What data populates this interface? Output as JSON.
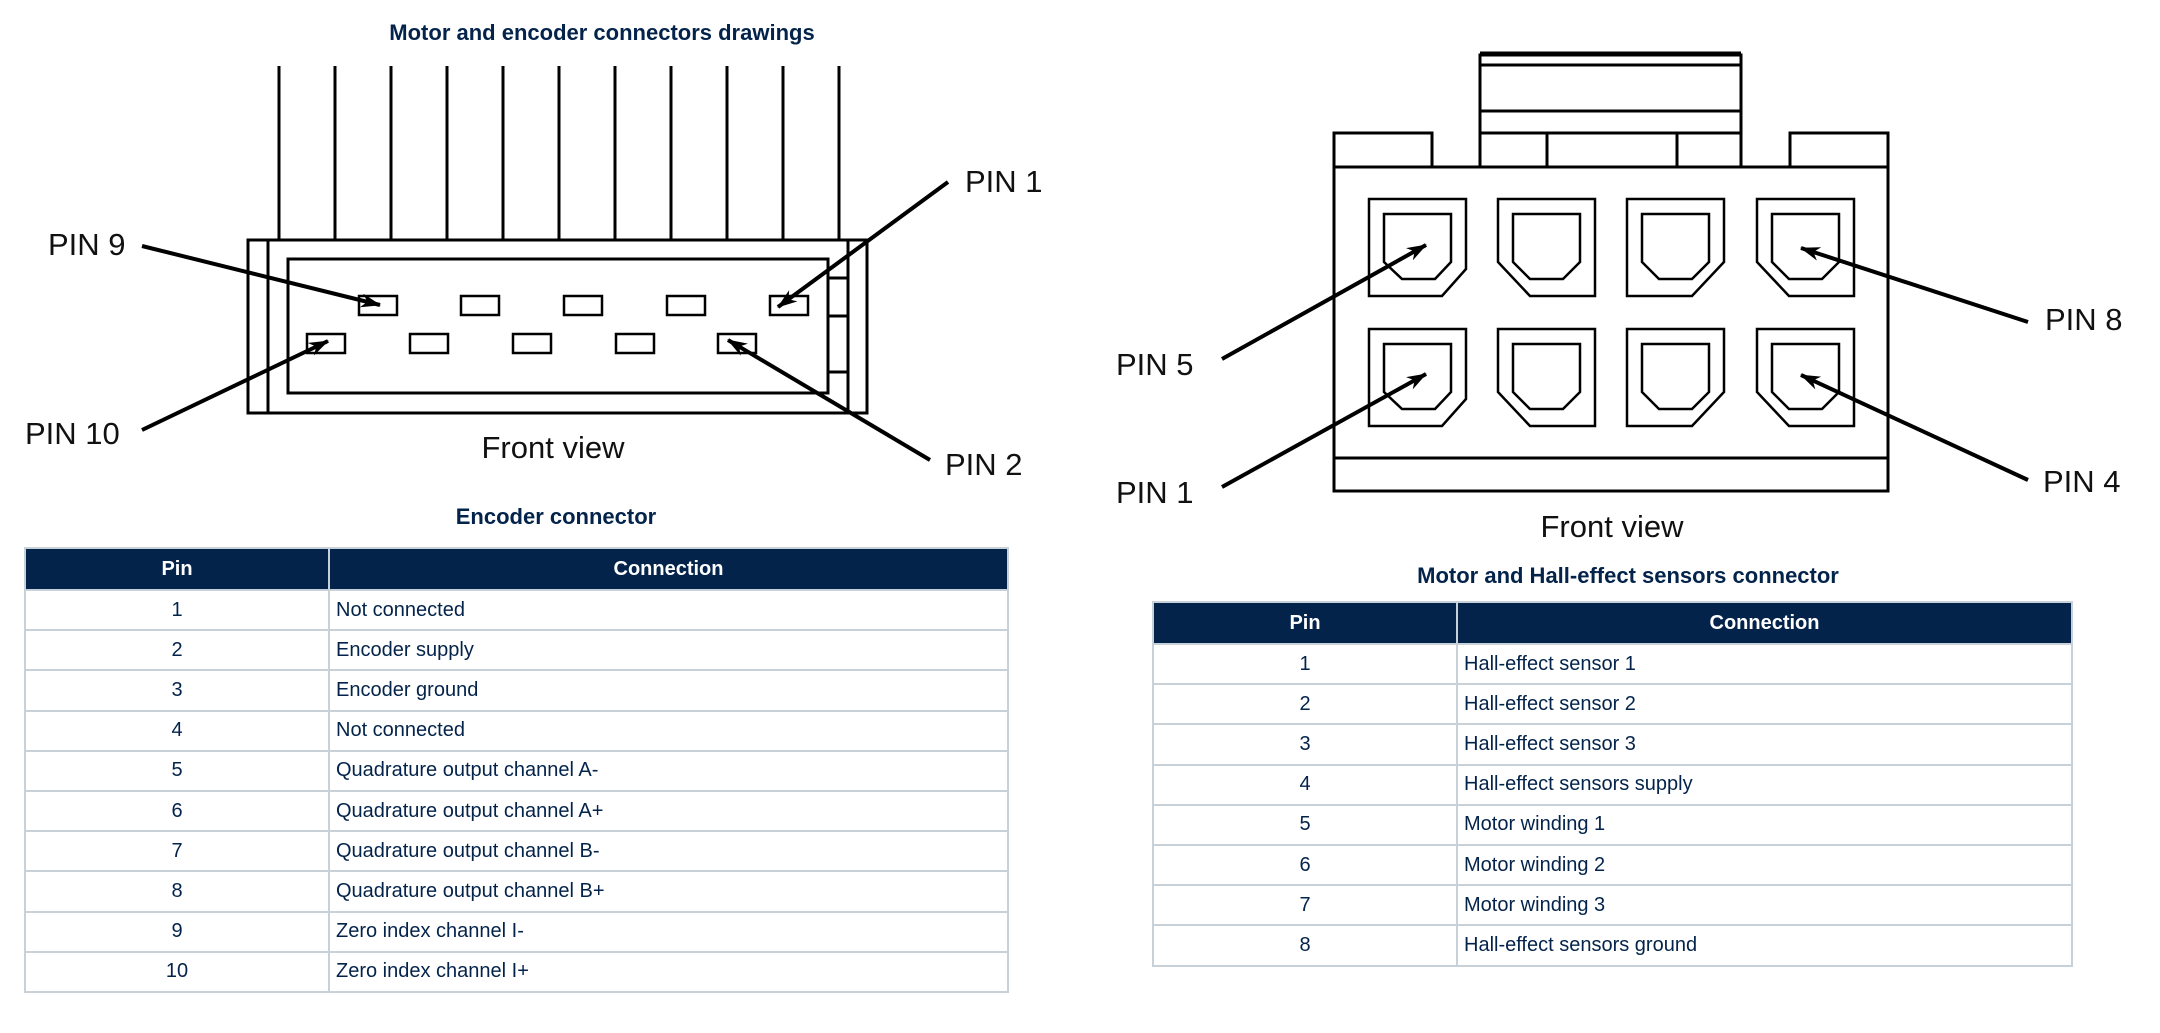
{
  "page_title": "Motor and encoder connectors drawings",
  "encoder_drawing": {
    "caption": "Front view",
    "labels": {
      "pin9": "PIN 9",
      "pin10": "PIN 10",
      "pin1": "PIN 1",
      "pin2": "PIN 2"
    }
  },
  "motor_drawing": {
    "caption": "Front view",
    "labels": {
      "pin5": "PIN 5",
      "pin1": "PIN 1",
      "pin8": "PIN 8",
      "pin4": "PIN 4"
    }
  },
  "encoder_table": {
    "title": "Encoder connector",
    "headers": [
      "Pin",
      "Connection"
    ],
    "rows": [
      {
        "pin": "1",
        "connection": "Not connected"
      },
      {
        "pin": "2",
        "connection": "Encoder supply"
      },
      {
        "pin": "3",
        "connection": "Encoder ground"
      },
      {
        "pin": "4",
        "connection": "Not connected"
      },
      {
        "pin": "5",
        "connection": "Quadrature output channel A-"
      },
      {
        "pin": "6",
        "connection": "Quadrature output channel A+"
      },
      {
        "pin": "7",
        "connection": "Quadrature output channel B-"
      },
      {
        "pin": "8",
        "connection": "Quadrature output channel B+"
      },
      {
        "pin": "9",
        "connection": "Zero index channel I-"
      },
      {
        "pin": "10",
        "connection": "Zero index channel I+"
      }
    ]
  },
  "motor_table": {
    "title": "Motor and Hall-effect sensors connector",
    "headers": [
      "Pin",
      "Connection"
    ],
    "rows": [
      {
        "pin": "1",
        "connection": "Hall-effect sensor 1"
      },
      {
        "pin": "2",
        "connection": "Hall-effect sensor 2"
      },
      {
        "pin": "3",
        "connection": "Hall-effect sensor 3"
      },
      {
        "pin": "4",
        "connection": "Hall-effect sensors supply"
      },
      {
        "pin": "5",
        "connection": "Motor winding 1"
      },
      {
        "pin": "6",
        "connection": "Motor winding 2"
      },
      {
        "pin": "7",
        "connection": "Motor winding 3"
      },
      {
        "pin": "8",
        "connection": "Hall-effect sensors ground"
      }
    ]
  },
  "colors": {
    "header_bg": "#03234b",
    "text": "#03234b",
    "grid": "#c8d0d8"
  }
}
